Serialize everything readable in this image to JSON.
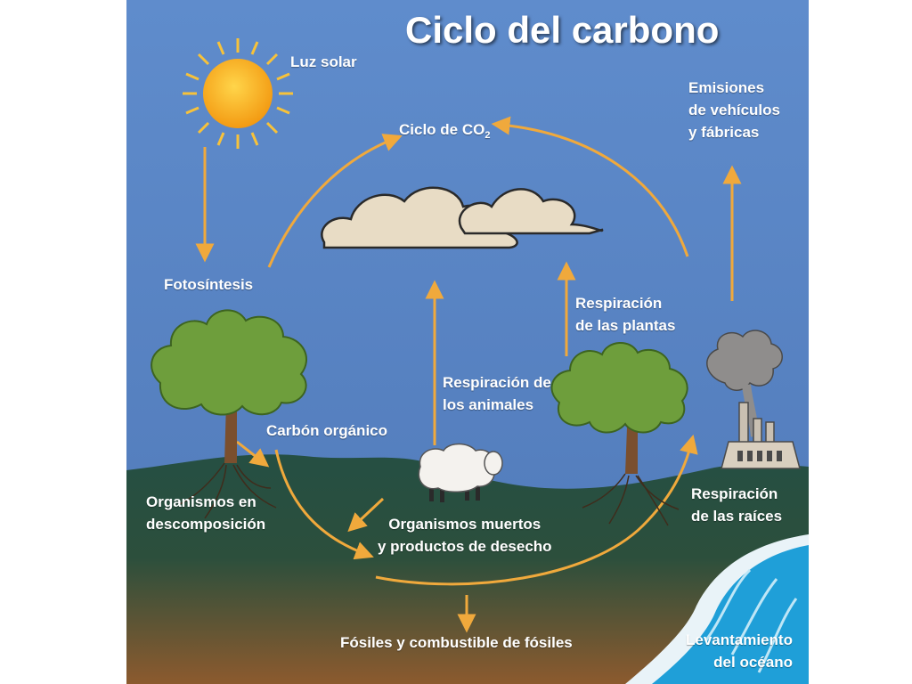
{
  "title": "Ciclo del carbono",
  "colors": {
    "sky": "#5b86c4",
    "arrow": "#f0a93c",
    "ground_top": "#254f43",
    "ground_bottom": "#8c5a2e",
    "ocean": "#1f9fd8",
    "tree_leaf": "#6e9e3c",
    "tree_trunk": "#7a4f2e",
    "sun": "#f7b31c",
    "cloud": "#e8dcc5",
    "smoke": "#8f8d8c"
  },
  "labels": {
    "sunlight": "Luz solar",
    "co2_cycle": "Ciclo de CO",
    "co2_subscript": "2",
    "emissions_line1": "Emisiones",
    "emissions_line2": "de vehículos",
    "emissions_line3": "y fábricas",
    "photosynthesis": "Fotosíntesis",
    "plant_respiration_line1": "Respiración",
    "plant_respiration_line2": "de las plantas",
    "animal_respiration_line1": "Respiración de",
    "animal_respiration_line2": "los animales",
    "organic_carbon": "Carbón orgánico",
    "decomposition_line1": "Organismos en",
    "decomposition_line2": "descomposición",
    "dead_organisms_line1": "Organismos muertos",
    "dead_organisms_line2": "y productos de desecho",
    "root_respiration_line1": "Respiración",
    "root_respiration_line2": "de las raíces",
    "fossils": "Fósiles y combustible de fósiles",
    "ocean_uptake_line1": "Levantamiento",
    "ocean_uptake_line2": "del océano"
  }
}
